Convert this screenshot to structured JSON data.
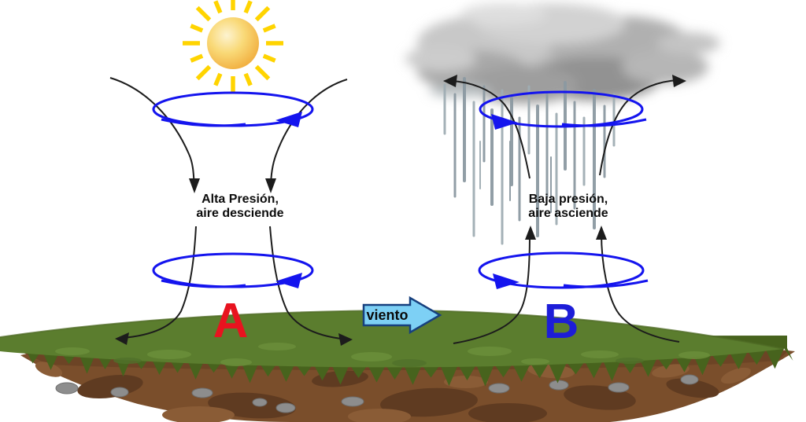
{
  "diagram_title": "Pressure systems diagram",
  "left_system": {
    "letter": "A",
    "label_line1": "Alta Presión,",
    "label_line2": "aire desciende"
  },
  "right_system": {
    "letter": "B",
    "label_line1": "Baja presión,",
    "label_line2": "aire asciende"
  },
  "wind": {
    "label": "viento"
  },
  "icons": [
    "sun-icon",
    "storm-cloud-icon",
    "rain-streaks",
    "rotation-ellipse",
    "wind-arrow"
  ],
  "colors": {
    "rotation_blue": "#1414ee",
    "flow_line": "#1c1c1c",
    "letter_a": "#e8131f",
    "letter_b": "#1d1dd8",
    "wind_fill": "#7dd0f5",
    "wind_border": "#17407e",
    "grass": "#5b7d2e",
    "grass_rim": "#4e6a24",
    "grass_dark": "#47631d",
    "grass_light": "#6b8e3a",
    "dirt": "#7a4e2b",
    "dirt_dark": "#5f3b21",
    "dirt_light": "#8a5c36",
    "rock": "#8d8d8d",
    "sun_ray": "#ffd400",
    "sun_core": "#fdf3d0",
    "sun_mid": "#f9d977",
    "sun_edge": "#f0a837",
    "cloud_gray": "#b5b5b5",
    "rain_gray": "#8b99a1"
  }
}
